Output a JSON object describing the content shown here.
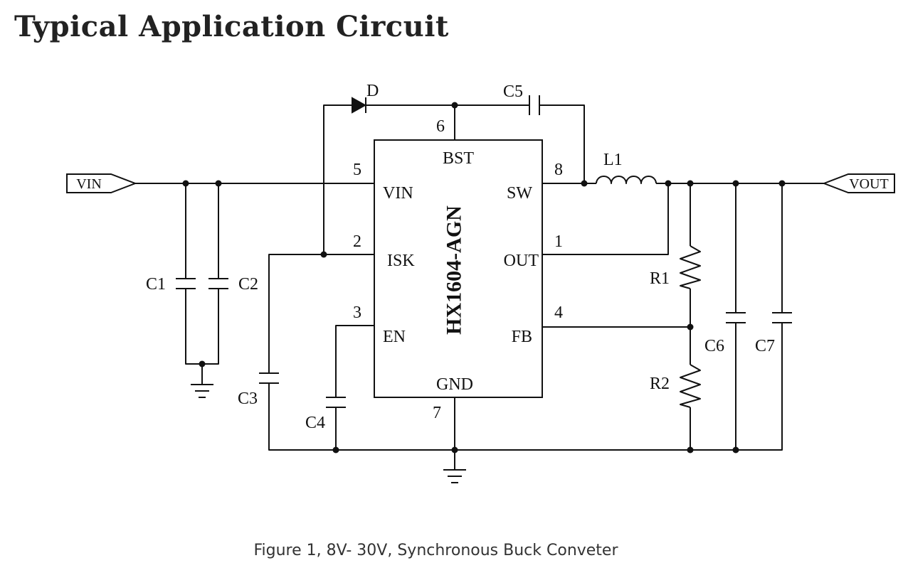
{
  "title": "Typical Application Circuit",
  "caption": "Figure 1, 8V- 30V, Synchronous Buck Conveter",
  "ic": {
    "part": "HX1604-AGN",
    "pins": {
      "vin": {
        "number": "5",
        "name": "VIN"
      },
      "isk": {
        "number": "2",
        "name": "ISK"
      },
      "en": {
        "number": "3",
        "name": "EN"
      },
      "bst": {
        "number": "6",
        "name": "BST"
      },
      "sw": {
        "number": "8",
        "name": "SW"
      },
      "out": {
        "number": "1",
        "name": "OUT"
      },
      "fb": {
        "number": "4",
        "name": "FB"
      },
      "gnd": {
        "number": "7",
        "name": "GND"
      }
    }
  },
  "ports": {
    "input": "VIN",
    "output": "VOUT"
  },
  "components": {
    "c1": "C1",
    "c2": "C2",
    "c3": "C3",
    "c4": "C4",
    "c5": "C5",
    "c6": "C6",
    "c7": "C7",
    "d": "D",
    "l1": "L1",
    "r1": "R1",
    "r2": "R2"
  }
}
